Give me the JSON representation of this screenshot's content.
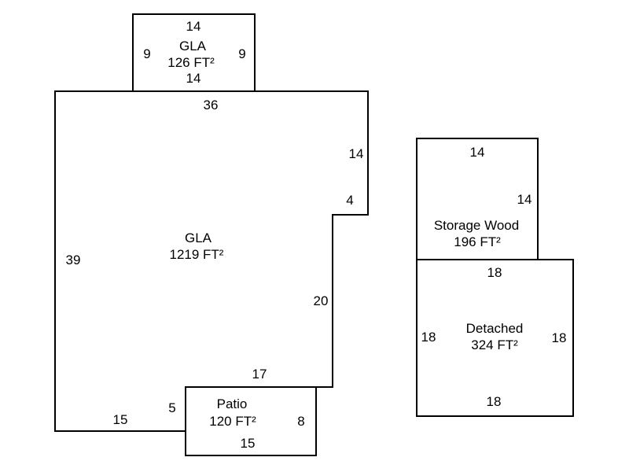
{
  "sketch": {
    "type": "floorplan-sketch",
    "colors": {
      "line": "#000000",
      "background": "#ffffff",
      "text": "#000000"
    },
    "areas": {
      "gla_upper": {
        "label": "GLA",
        "area": "126 FT²",
        "dim_top": "14",
        "dim_left": "9",
        "dim_right": "9",
        "dim_bottom": "14"
      },
      "gla_main": {
        "label": "GLA",
        "area": "1219 FT²",
        "dim_top": "36",
        "dim_right_upper": "14",
        "dim_notch": "4",
        "dim_left": "39",
        "dim_right_lower": "20",
        "dim_bottom_step": "17",
        "dim_step_side": "5",
        "dim_bottom": "15"
      },
      "patio": {
        "label": "Patio",
        "area": "120 FT²",
        "dim_right": "8",
        "dim_bottom": "15"
      },
      "storage": {
        "label": "Storage Wood",
        "area": "196 FT²",
        "dim_top": "14",
        "dim_right": "14"
      },
      "detached": {
        "label": "Detached",
        "area": "324 FT²",
        "dim_top": "18",
        "dim_left": "18",
        "dim_right": "18",
        "dim_bottom": "18"
      }
    }
  }
}
